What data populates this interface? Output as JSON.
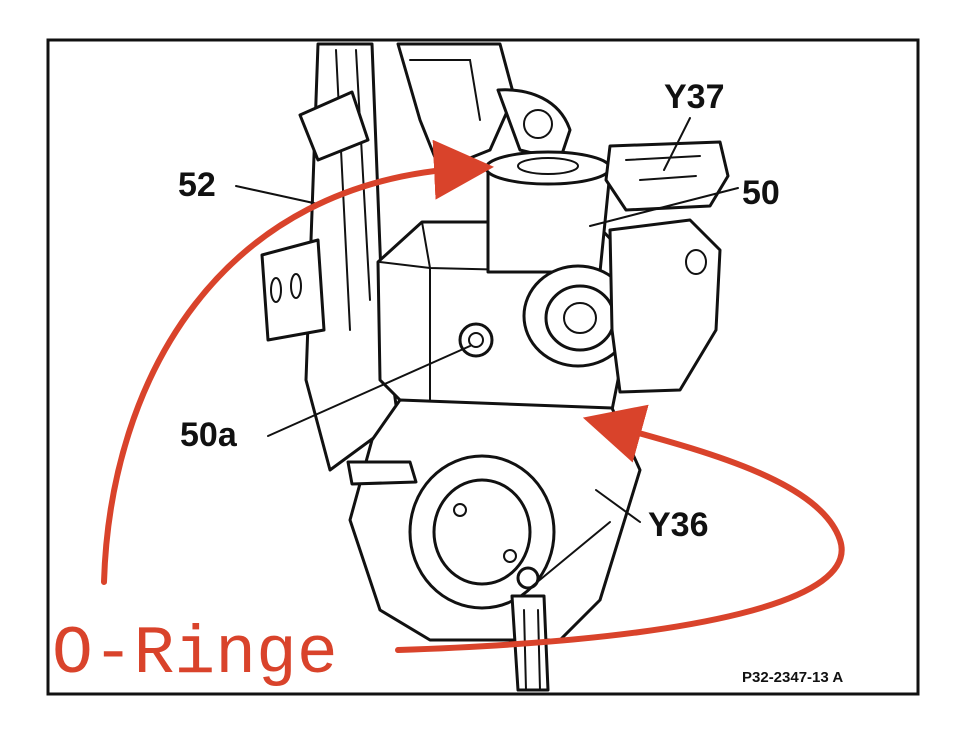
{
  "labels": {
    "y37": "Y37",
    "n52": "52",
    "n50": "50",
    "n50a": "50a",
    "y36": "Y36"
  },
  "reference_code": "P32-2347-13 A",
  "annotation": {
    "text": "O-Ringe",
    "color": "#d9432b"
  }
}
